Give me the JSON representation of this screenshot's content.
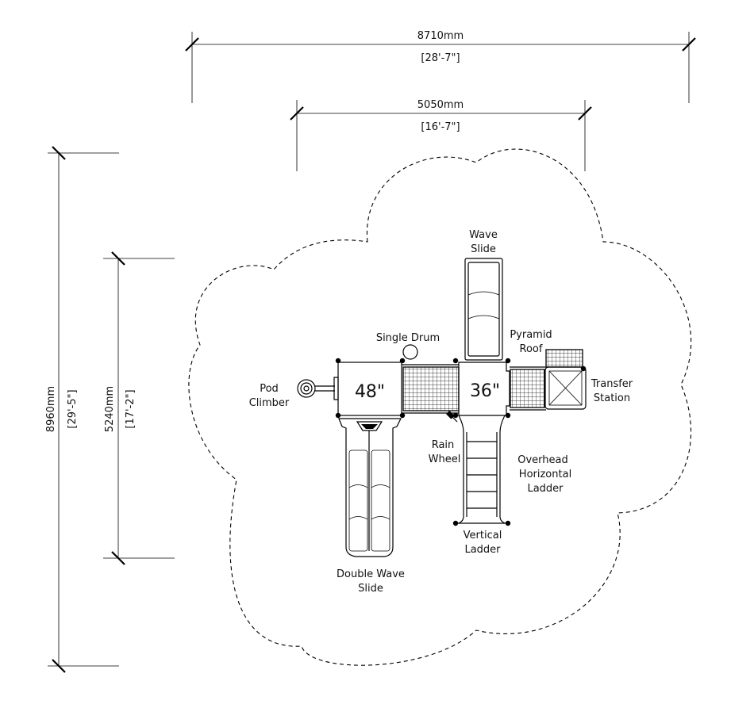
{
  "dimensions": {
    "overall_width": {
      "metric": "8710mm",
      "imperial": "[28'-7\"]"
    },
    "structure_width": {
      "metric": "5050mm",
      "imperial": "[16'-7\"]"
    },
    "overall_depth": {
      "metric": "8960mm",
      "imperial": "[29'-5\"]"
    },
    "structure_depth": {
      "metric": "5240mm",
      "imperial": "[17'-2\"]"
    }
  },
  "decks": {
    "left": "48\"",
    "right": "36\""
  },
  "components": {
    "wave_slide": [
      "Wave",
      "Slide"
    ],
    "single_drum": "Single Drum",
    "pyramid_roof": [
      "Pyramid",
      "Roof"
    ],
    "transfer_station": [
      "Transfer",
      "Station"
    ],
    "pod_climber": [
      "Pod",
      "Climber"
    ],
    "rain_wheel": [
      "Rain",
      "Wheel"
    ],
    "overhead_ladder": [
      "Overhead",
      "Horizontal",
      "Ladder"
    ],
    "vertical_ladder": [
      "Vertical",
      "Ladder"
    ],
    "double_wave_slide": [
      "Double Wave",
      "Slide"
    ]
  }
}
